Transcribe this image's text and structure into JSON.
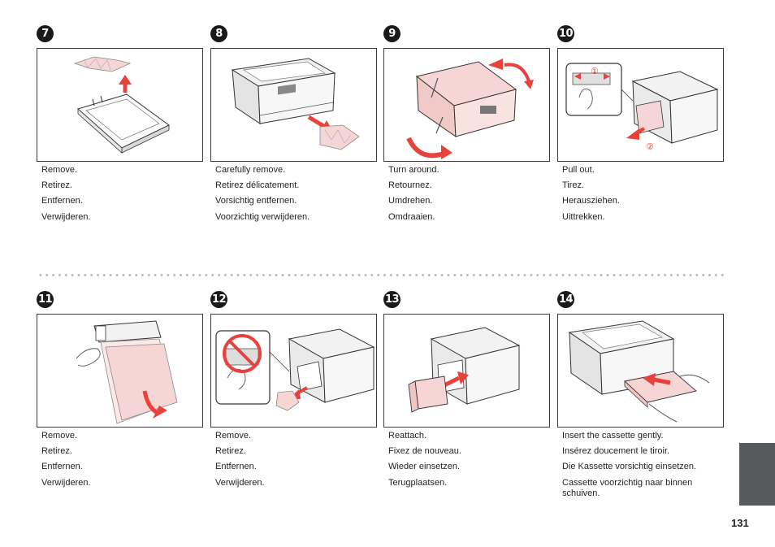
{
  "steps": [
    {
      "number": "7",
      "captions": [
        "Remove.",
        "Retirez.",
        "Entfernen.",
        "Verwijderen."
      ]
    },
    {
      "number": "8",
      "captions": [
        "Carefully remove.",
        "Retirez délicatement.",
        "Vorsichtig entfernen.",
        "Voorzichtig verwijderen."
      ]
    },
    {
      "number": "9",
      "captions": [
        "Turn around.",
        "Retournez.",
        "Umdrehen.",
        "Omdraaien."
      ]
    },
    {
      "number": "10",
      "captions": [
        "Pull out.",
        "Tirez.",
        "Herausziehen.",
        "Uittrekken."
      ],
      "callouts": [
        "①",
        "②"
      ]
    },
    {
      "number": "11",
      "captions": [
        "Remove.",
        "Retirez.",
        "Entfernen.",
        "Verwijderen."
      ]
    },
    {
      "number": "12",
      "captions": [
        "Remove.",
        "Retirez.",
        "Entfernen.",
        "Verwijderen."
      ]
    },
    {
      "number": "13",
      "captions": [
        "Reattach.",
        "Fixez de nouveau.",
        "Wieder einsetzen.",
        "Terugplaatsen."
      ]
    },
    {
      "number": "14",
      "captions": [
        "Insert the cassette gently.",
        "Insérez doucement le tiroir.",
        "Die Kassette vorsichtig einsetzen.",
        "Cassette voorzichtig naar binnen schuiven."
      ]
    }
  ],
  "page_number": "131",
  "colors": {
    "accent_red": "#e8423c",
    "paper_pink": "#f6d6d4",
    "tab_gray": "#58595b"
  }
}
